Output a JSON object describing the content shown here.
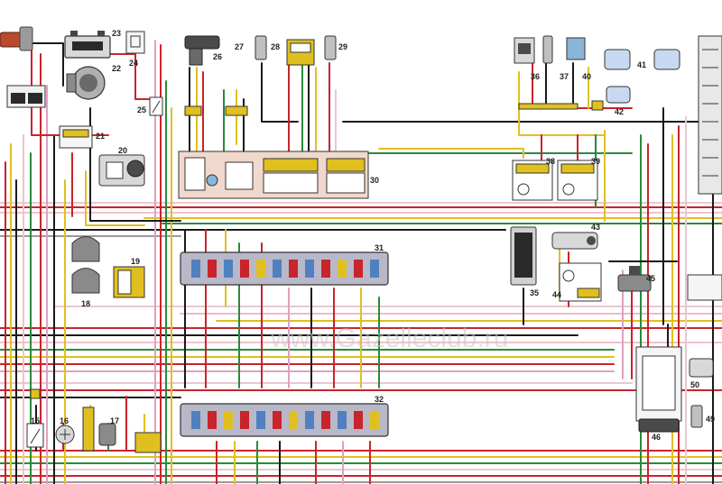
{
  "watermark": "www.Gazelleclub.ru",
  "labels": [
    "15",
    "16",
    "17",
    "18",
    "19",
    "20",
    "21",
    "22",
    "23",
    "24",
    "25",
    "26",
    "27",
    "28",
    "29",
    "30",
    "31",
    "32",
    "35",
    "36",
    "37",
    "38",
    "39",
    "40",
    "41",
    "42",
    "43",
    "44",
    "45",
    "46",
    "49",
    "50"
  ]
}
